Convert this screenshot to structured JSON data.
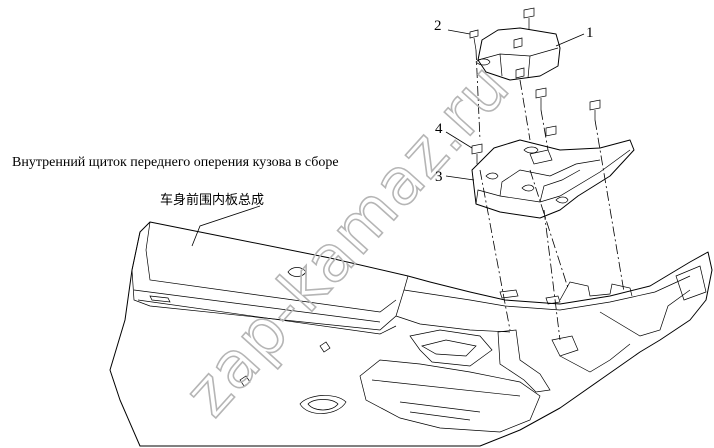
{
  "callouts": {
    "c1": "1",
    "c2": "2",
    "c3": "3",
    "c4": "4"
  },
  "caption_ru": "Внутренний щиток переднего оперения кузова в сборе",
  "label_cn": "车身前围内板总成",
  "watermark": "zap-kamaz.ru"
}
